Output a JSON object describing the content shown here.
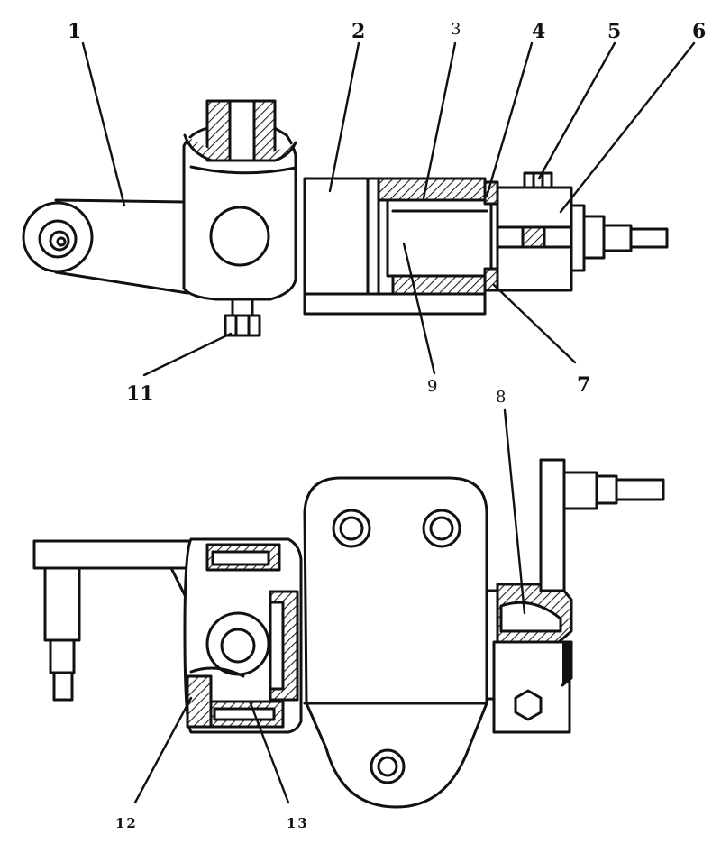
{
  "labels": {
    "l1": "1",
    "l2": "2",
    "l3": "3",
    "l4": "4",
    "l5": "5",
    "l6": "6",
    "l7": "7",
    "l8": "8",
    "l9": "9",
    "l11": "11",
    "l12": "12",
    "l13": "13"
  },
  "colors": {
    "ink": "#111111",
    "hatch": "#222222",
    "paper": "#ffffff"
  }
}
